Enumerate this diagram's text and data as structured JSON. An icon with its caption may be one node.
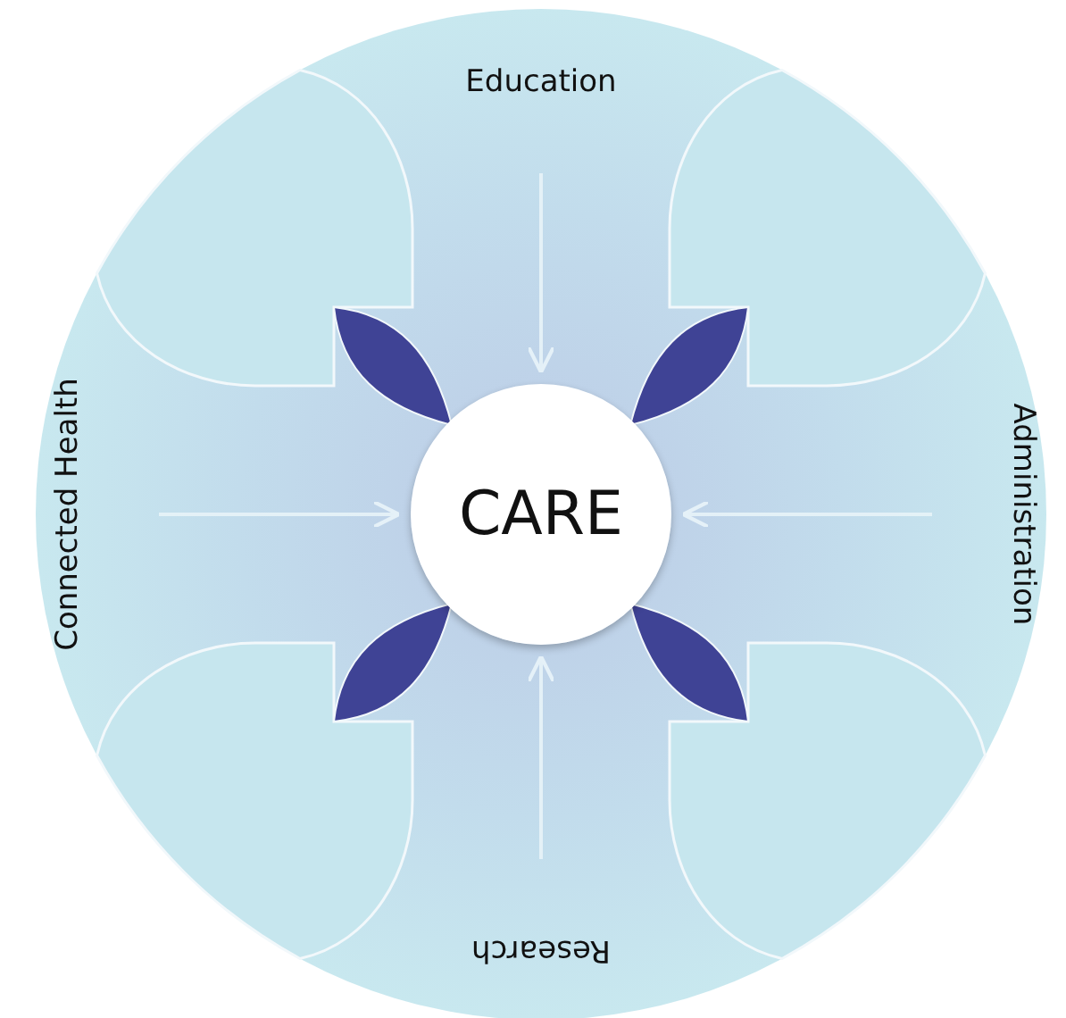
{
  "diagram": {
    "nodes": [
      {
        "text": [
          "CARE"
        ]
      },
      {
        "text": [
          "Education"
        ]
      },
      {
        "text": [
          "Administration"
        ]
      },
      {
        "text": [
          "Research"
        ]
      },
      {
        "text": [
          "Connected Health"
        ]
      }
    ],
    "edges": [
      {
        "from": 1,
        "to": 0,
        "arrow": "to"
      },
      {
        "from": 2,
        "to": 0,
        "arrow": "to"
      },
      {
        "from": 3,
        "to": 0,
        "arrow": "to"
      },
      {
        "from": 4,
        "to": 0,
        "arrow": "to"
      }
    ]
  }
}
